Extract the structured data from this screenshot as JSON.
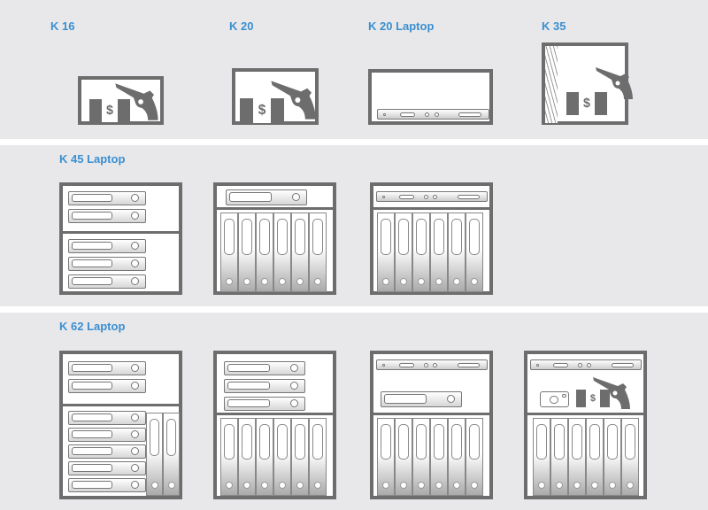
{
  "models": [
    {
      "label": "K 16"
    },
    {
      "label": "K 20"
    },
    {
      "label": "K 20 Laptop"
    },
    {
      "label": "K 35"
    },
    {
      "label": "K 45 Laptop"
    },
    {
      "label": "K 62 Laptop"
    }
  ],
  "cash_symbol": "$",
  "colors": {
    "label": "#3a8fd0",
    "frame": "#6d6d6d",
    "background": "#e8e8ea"
  }
}
